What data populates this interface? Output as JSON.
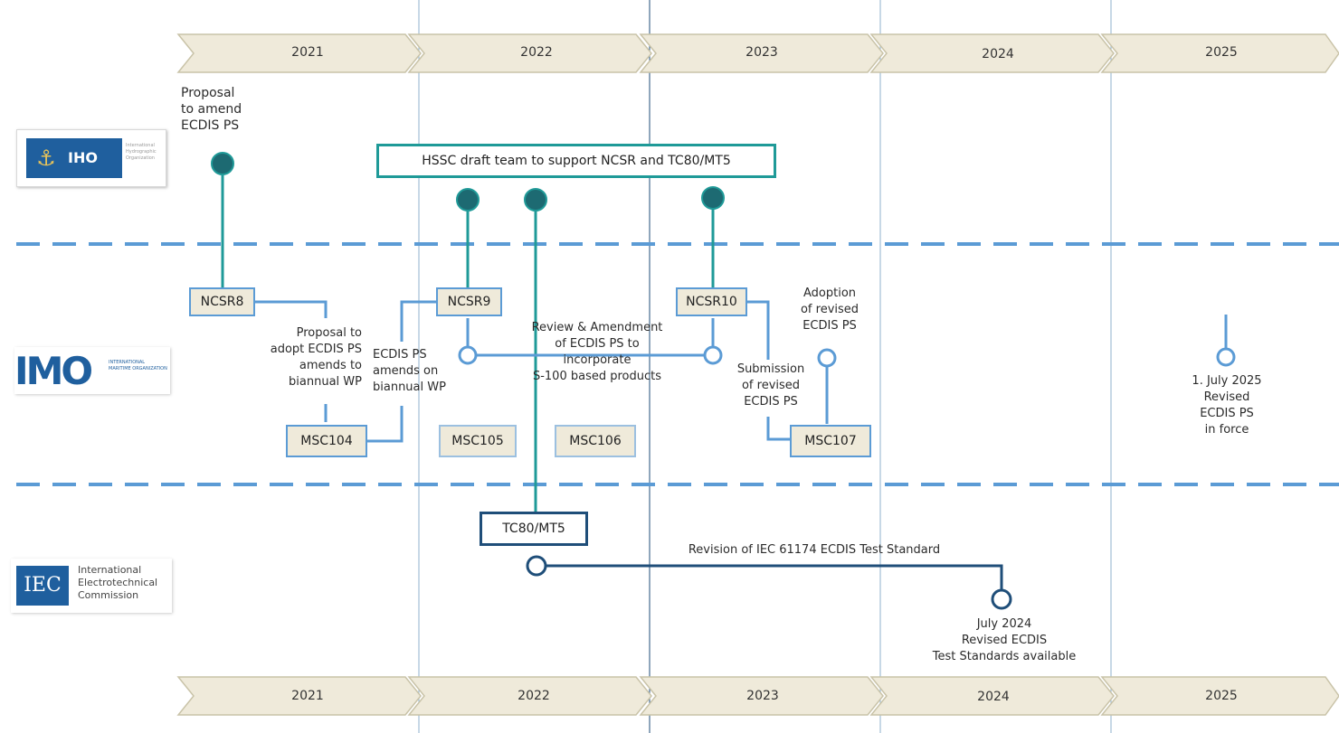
{
  "timeline_top": [
    "2021",
    "2022",
    "2023",
    "2024",
    "2025"
  ],
  "timeline_bottom": [
    "2021",
    "2022",
    "2023",
    "2024",
    "2025"
  ],
  "orgs": {
    "iho": {
      "abbr": "IHO",
      "name": "International Hydrographic Organization"
    },
    "imo": {
      "abbr": "IMO",
      "name": "INTERNATIONAL MARITIME ORGANIZATION"
    },
    "iec": {
      "abbr": "IEC",
      "line1": "International",
      "line2": "Electrotechnical",
      "line3": "Commission"
    }
  },
  "hssc_box": "HSSC draft team to support NCSR and TC80/MT5",
  "boxes": {
    "ncsr8": "NCSR8",
    "ncsr9": "NCSR9",
    "ncsr10": "NCSR10",
    "msc104": "MSC104",
    "msc105": "MSC105",
    "msc106": "MSC106",
    "msc107": "MSC107",
    "tc80": "TC80/MT5"
  },
  "labels": {
    "proposal_amend": [
      "Proposal",
      "to amend",
      "ECDIS PS"
    ],
    "proposal_adopt": [
      "Proposal to",
      "adopt ECDIS PS",
      "amends to",
      "biannual WP"
    ],
    "ecdis_amends": [
      "ECDIS PS",
      "amends on",
      "biannual WP"
    ],
    "review": [
      "Review & Amendment",
      "of ECDIS PS to",
      "incorporate",
      "S-100 based products"
    ],
    "submission": [
      "Submission",
      "of revised",
      "ECDIS PS"
    ],
    "adoption": [
      "Adoption",
      "of revised",
      "ECDIS PS"
    ],
    "in_force": [
      "1. July 2025",
      "Revised",
      "ECDIS PS",
      "in force"
    ],
    "iec_revision": "Revision of IEC 61174 ECDIS Test Standard",
    "july_2024": [
      "July 2024",
      "Revised ECDIS",
      "Test Standards available"
    ]
  },
  "colors": {
    "teal": "#1f9a98",
    "teal_dark": "#1d6a72",
    "blue": "#5b9bd5",
    "navy": "#1f4e79",
    "arrow_fill": "#efeada",
    "dash": "#5b9bd5"
  }
}
